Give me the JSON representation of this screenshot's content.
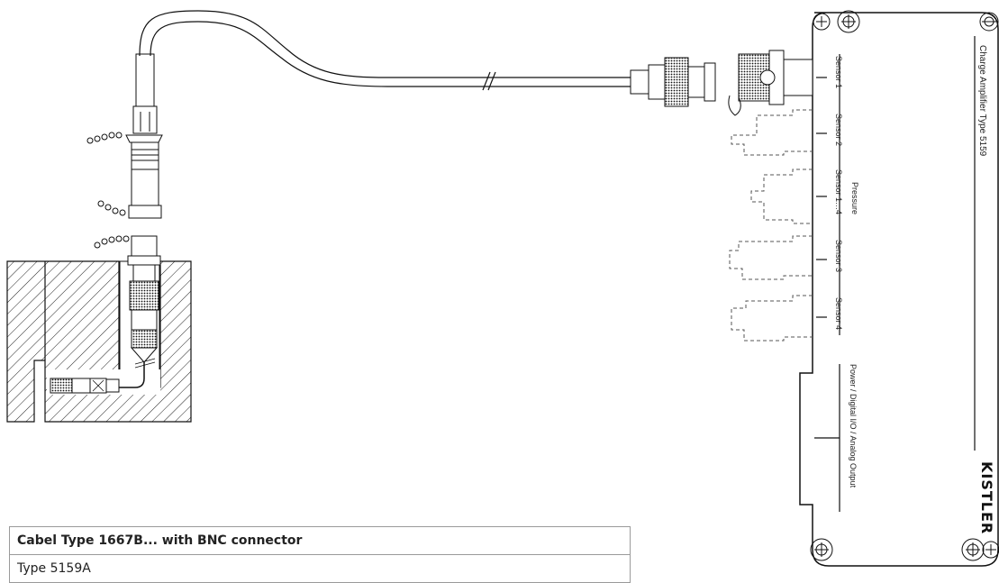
{
  "amplifier": {
    "title": "Charge Amplifier Type 5159",
    "ports": [
      "Sensor 1",
      "Sensor 2",
      "Pressure",
      "Sensor 1…4",
      "Sensor 3",
      "Sensor 4"
    ],
    "power_label": "Power / Digital I/O / Analog Output",
    "logo": "KISTLER"
  },
  "info_table": {
    "row1": "Cabel Type 1667B... with BNC connector",
    "row2": "Type 5159A"
  }
}
